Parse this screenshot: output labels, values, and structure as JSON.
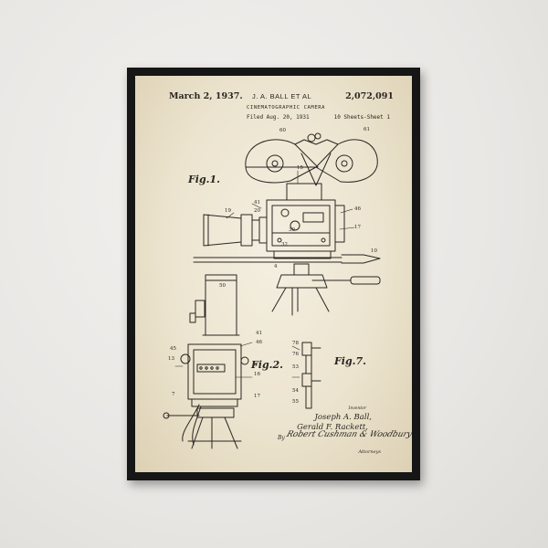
{
  "poster": {
    "date": "March 2, 1937.",
    "inventor": "J. A. BALL ET AL",
    "patent_number": "2,072,091",
    "title": "CINEMATOGRAPHIC CAMERA",
    "filed": "Filed Aug. 20, 1931",
    "sheets": "10 Sheets-Sheet 1",
    "fig1_label": "Fig.1.",
    "fig2_label": "Fig.2.",
    "fig7_label": "Fig.7.",
    "inventors_label": "Inventor",
    "signature_1": "Joseph A. Ball,",
    "signature_2": "Gerald F. Rackett,",
    "by_label": "By",
    "attorney_signature": "Robert Cushman & Woodbury",
    "attorney_label": "Attorneys"
  },
  "colors": {
    "wall": "#e9e7e4",
    "frame": "#161616",
    "paper": "#efe8d5",
    "ink": "#2a2622"
  }
}
